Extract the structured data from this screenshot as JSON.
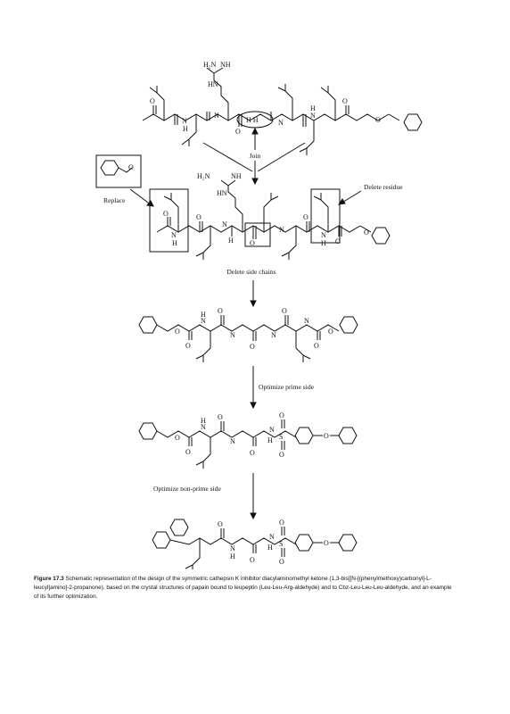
{
  "labels": {
    "join": "Join",
    "replace": "Replace",
    "delete_residue": "Delete residue",
    "delete_side_chains": "Delete side chains",
    "optimize_prime": "Optimize prime side",
    "optimize_nonprime": "Optimize non-prime side"
  },
  "atoms": {
    "h2n": "H₂N",
    "nh": "NH",
    "hn": "HN",
    "h": "H",
    "n": "N",
    "o": "O",
    "s": "S",
    "hh": "H  H"
  },
  "caption": {
    "figure_label": "Figure 17.3",
    "text": "Schematic representation of the design of the symmetric cathepsin K inhibitor diacylaminomethyl ketone (1,3-bis[[N-[(phenylmethoxy)carbonyl]-L-leucyl]amino]-2-propanone), based on the crystal structures of papain bound to leupeptin (Leu-Leu-Arg-aldehyde) and to Cbz-Leu-Leu-Leu-aldehyde, and an example of its further optimization."
  }
}
